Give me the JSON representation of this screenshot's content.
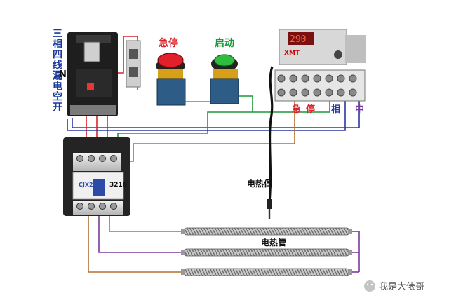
{
  "breaker": {
    "label": "三相四线漏电空开",
    "n_label": "N"
  },
  "emergency_stop": {
    "label": "急停"
  },
  "start_button": {
    "label": "启动"
  },
  "temp_controller": {
    "display": "290",
    "brand": "XMT"
  },
  "terminal_labels": {
    "emergency": "急",
    "stop": "停",
    "phase": "相",
    "neutral": "中"
  },
  "contactor": {
    "model": "3210"
  },
  "thermocouple": {
    "label": "电热偶"
  },
  "heaters": {
    "label": "电热管"
  },
  "watermark": {
    "text": "我是大俵哥"
  }
}
